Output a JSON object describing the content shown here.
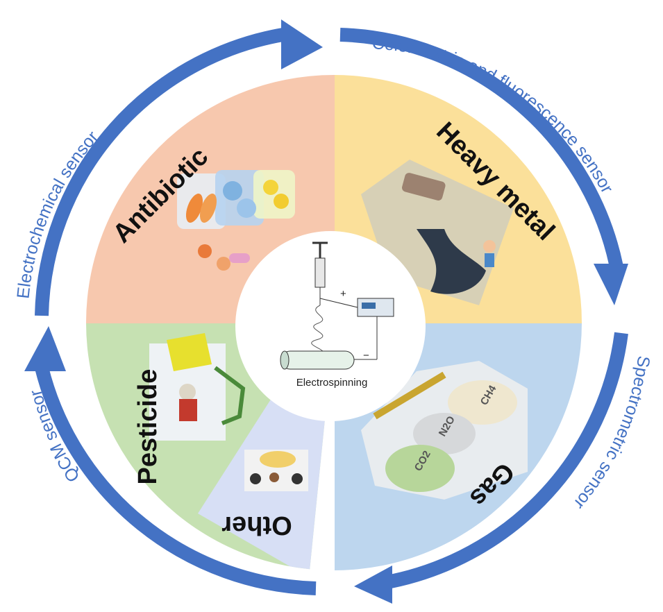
{
  "outer_ring": {
    "top_right": "Colorimetric and fluorescence sensor",
    "right": "Spectrometric sensor",
    "bottom_left": "QCM sensor",
    "top_left": "Electrochemical sensor"
  },
  "sectors": {
    "antibiotic": "Antibiotic",
    "heavy_metal": "Heavy metal",
    "gas": "Gas",
    "other": "Other",
    "pesticide": "Pesticide"
  },
  "center": {
    "label": "Electrospinning",
    "plus": "+",
    "minus": "−"
  },
  "gas_glyphs": {
    "ch4": "CH4",
    "n2o": "N2O",
    "co2": "CO2"
  },
  "colors": {
    "arrow": "#4472c4",
    "antibiotic_bg": "#f7c8ae",
    "heavy_metal_bg": "#fbe09a",
    "gas_bg": "#bdd6ee",
    "other_bg": "#d7dff5",
    "pesticide_bg": "#c6e1b2"
  }
}
